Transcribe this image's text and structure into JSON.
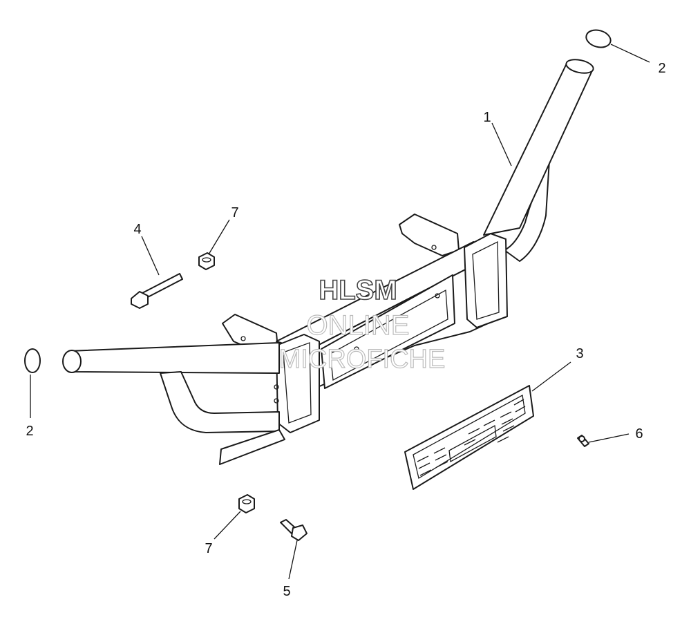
{
  "callouts": [
    {
      "id": "c1",
      "label": "1"
    },
    {
      "id": "c2a",
      "label": "2"
    },
    {
      "id": "c2b",
      "label": "2"
    },
    {
      "id": "c3",
      "label": "3"
    },
    {
      "id": "c4",
      "label": "4"
    },
    {
      "id": "c5",
      "label": "5"
    },
    {
      "id": "c6",
      "label": "6"
    },
    {
      "id": "c7a",
      "label": "7"
    },
    {
      "id": "c7b",
      "label": "7"
    }
  ],
  "watermark": {
    "line1": "HLSM",
    "line2": "ONLINE",
    "line3": "MICROFICHE"
  },
  "colors": {
    "line": "#1a1a1a",
    "background": "#ffffff"
  }
}
